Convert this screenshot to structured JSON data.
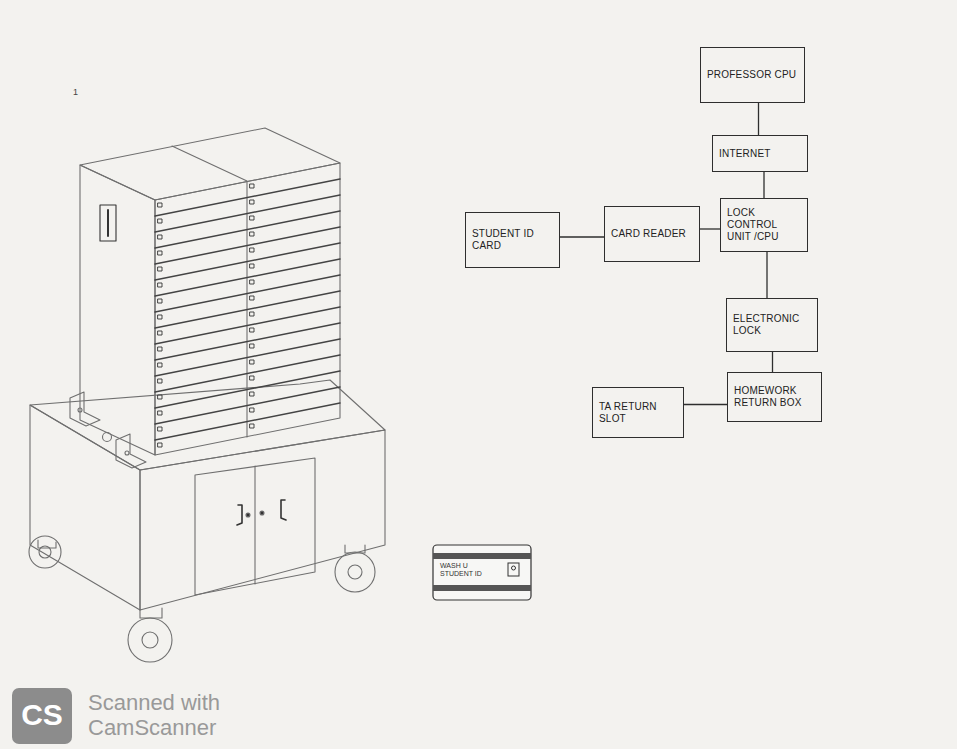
{
  "diagram": {
    "nodes": [
      {
        "text": [
          "PROFESSOR CPU"
        ]
      },
      {
        "text": [
          "INTERNET"
        ]
      },
      {
        "text": [
          "STUDENT ID CARD"
        ]
      },
      {
        "text": [
          "CARD READER"
        ]
      },
      {
        "text": [
          "LOCK CONTROL UNIT /CPU"
        ]
      },
      {
        "text": [
          "ELECTRONIC LOCK"
        ]
      },
      {
        "text": [
          "TA RETURN SLOT"
        ]
      },
      {
        "text": [
          "HOMEWORK RETURN BOX"
        ]
      }
    ],
    "edges": [
      {
        "from": 0,
        "to": 1,
        "arrow": "none"
      },
      {
        "from": 1,
        "to": 4,
        "arrow": "none"
      },
      {
        "from": 2,
        "to": 3,
        "arrow": "none"
      },
      {
        "from": 3,
        "to": 4,
        "arrow": "none"
      },
      {
        "from": 4,
        "to": 5,
        "arrow": "none"
      },
      {
        "from": 5,
        "to": 7,
        "arrow": "none"
      },
      {
        "from": 6,
        "to": 7,
        "arrow": "none"
      }
    ],
    "labels": [
      "1",
      "WASH U STUDENT ID",
      "CS",
      "Scanned with CamScanner"
    ]
  }
}
